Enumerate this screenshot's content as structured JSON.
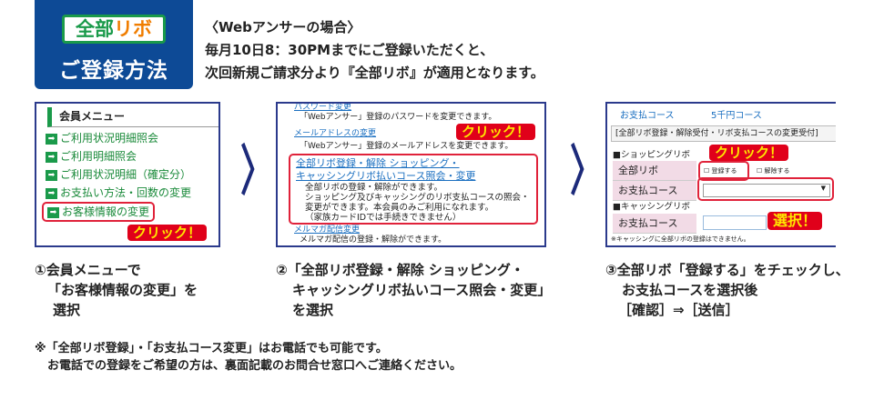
{
  "header": {
    "logo_part1": "全部",
    "logo_part2": "リボ",
    "title": "ご登録方法"
  },
  "intro": {
    "line1": "〈Webアンサーの場合〉",
    "line2": "毎月10日8：30PMまでにご登録いただくと、",
    "line3": "次回新規ご請求分より『全部リボ』が適用となります。"
  },
  "step1": {
    "menu_title": "会員メニュー",
    "items": [
      "ご利用状況明細照会",
      "ご利用明細照会",
      "ご利用状況明細（確定分）",
      "お支払い方法・回数の変更",
      "お客様情報の変更"
    ],
    "click": "クリック！",
    "caption": [
      "①会員メニューで",
      "「お客様情報の変更」を",
      "選択"
    ]
  },
  "step2": {
    "link1": "パスワード変更",
    "desc1": "「Webアンサー」登録のパスワードを変更できます。",
    "link2": "メールアドレスの変更",
    "desc2": "「Webアンサー」登録のメールアドレスを変更できます。",
    "main_link": [
      "全部リボ登録・解除 ショッピング・",
      "キャッシングリボ払いコース照会・変更"
    ],
    "main_desc": [
      "全部リボの登録・解除ができます。",
      "ショッピング及びキャッシングのリボ支払コースの照会・",
      "変更ができます。本会員のみご利用になれます。",
      "（家族カードIDでは手続きできません）"
    ],
    "link3": "メルマガ配信変更",
    "desc3": "メルマガ配信の登録・解除ができます。",
    "click": "クリック！",
    "caption": [
      "②「全部リボ登録・解除 ショッピング・",
      "キャッシングリボ払いコース照会・変更」",
      "を選択"
    ]
  },
  "step3": {
    "course_label": "お支払コース",
    "course_value": "5千円コース",
    "banner": "[全部リボ登録・解除受付・リボ支払コースの変更受付]",
    "shopping": "■ショッピングリボ",
    "zenbu": "全部リボ",
    "register": "登録する",
    "cancel": "解除する",
    "pay_course": "お支払コース",
    "cashing": "■キャッシングリボ",
    "pay_course2": "お支払コース",
    "footnote": "※キャッシングに全部リボの登録はできません。",
    "click": "クリック！",
    "select": "選択！",
    "caption": [
      "③全部リボ「登録する」をチェックし、",
      "お支払コースを選択後",
      "［確認］⇒［送信］"
    ]
  },
  "note": {
    "line1": "※「全部リボ登録」・「お支払コース変更」はお電話でも可能です。",
    "line2": "お電話での登録をご希望の方は、裏面記載のお問合せ窓口へご連絡ください。"
  }
}
